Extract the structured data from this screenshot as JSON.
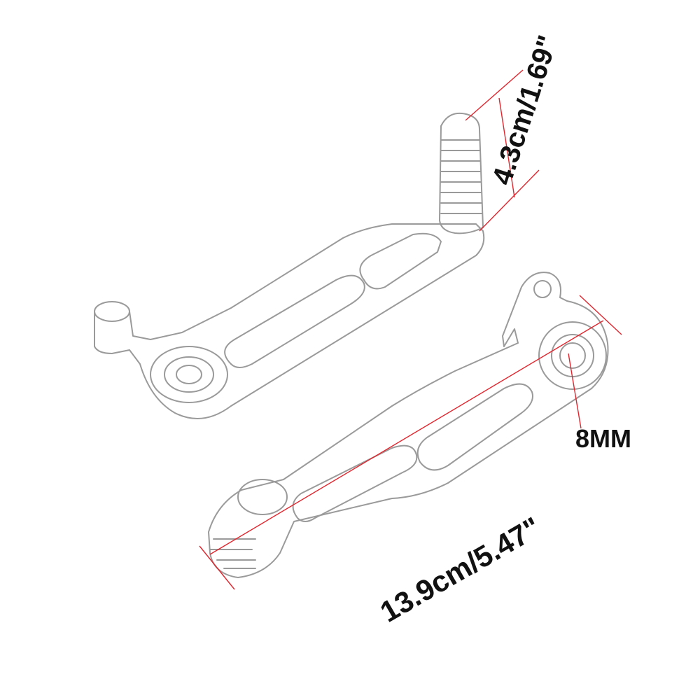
{
  "dimensions": {
    "pedal_height": "4.3cm/1.69\"",
    "bore_diameter": "8MM",
    "overall_length": "13.9cm/5.47\""
  },
  "colors": {
    "dimension_line": "#e0262e",
    "outline": "#9a9a9a",
    "text": "#111111"
  }
}
